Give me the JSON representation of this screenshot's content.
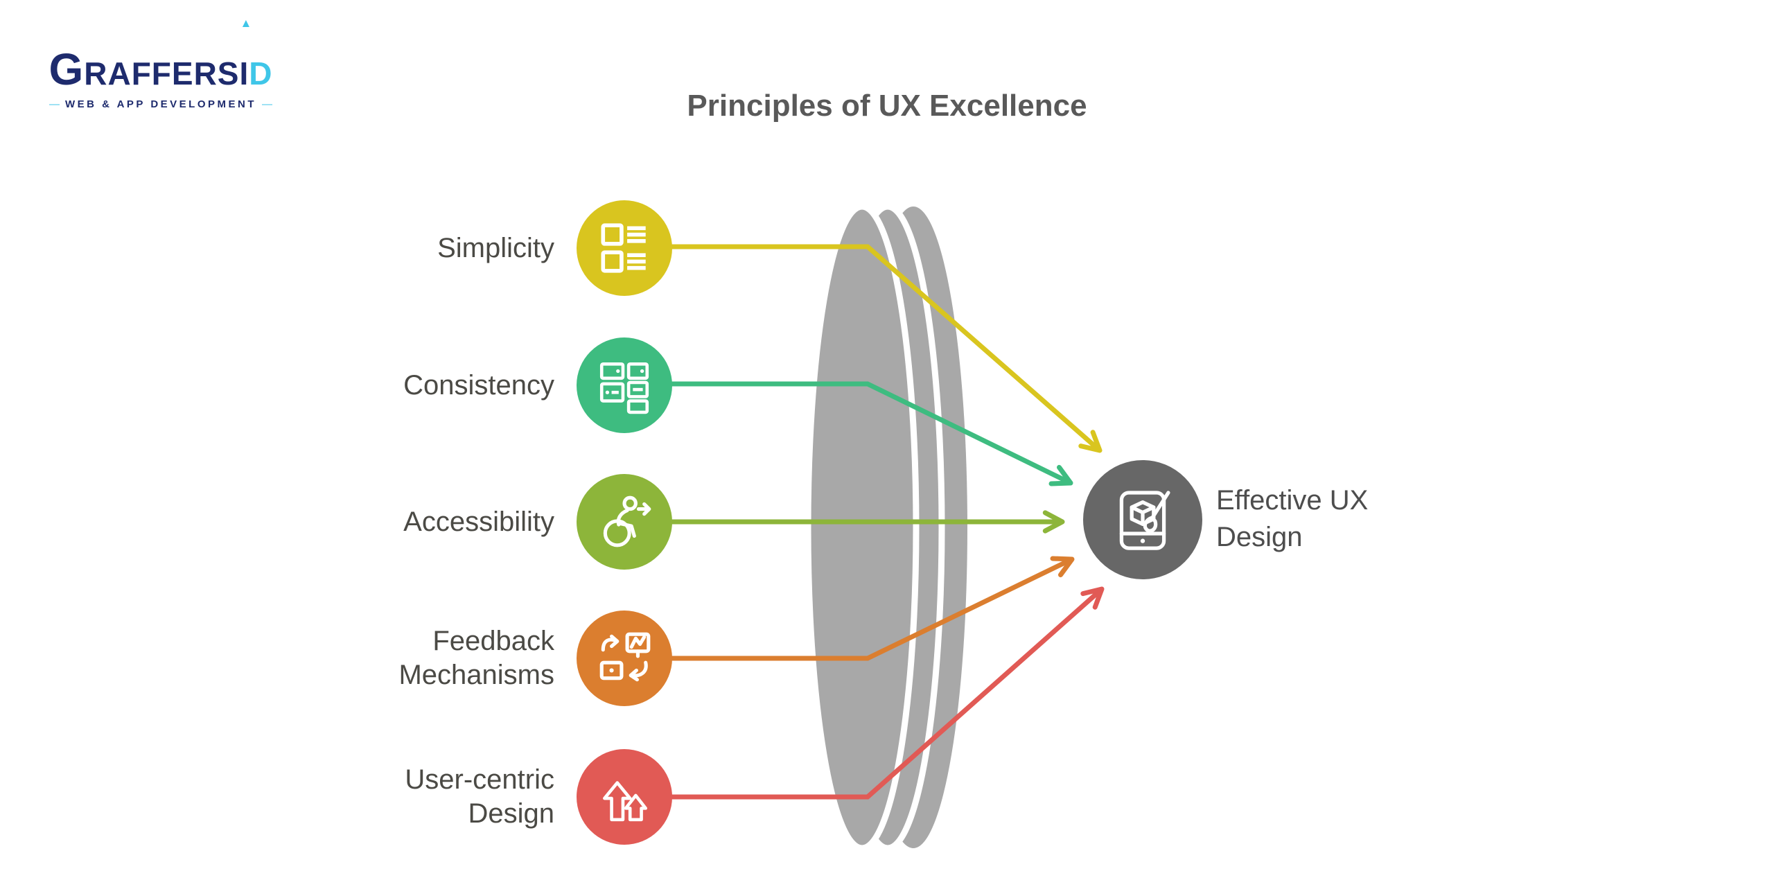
{
  "logo": {
    "brand_g": "G",
    "brand_main": "RAFFERS",
    "brand_i": "I",
    "brand_i_beam": "▲",
    "brand_d": "D",
    "tagline": "WEB & APP DEVELOPMENT",
    "dash": "—",
    "navy": "#1e2b6d",
    "cyan": "#3fc6e8"
  },
  "title": {
    "text": "Principles of UX Excellence",
    "color": "#595959"
  },
  "principles": [
    {
      "label": "Simplicity",
      "color": "#d9c51f",
      "icon": "list-layout-icon"
    },
    {
      "label": "Consistency",
      "color": "#3ebc80",
      "icon": "wireframe-cards-icon"
    },
    {
      "label": "Accessibility",
      "color": "#8db53a",
      "icon": "wheelchair-user-icon"
    },
    {
      "label": "Feedback Mechanisms",
      "color": "#db7e2f",
      "icon": "feedback-loop-icon"
    },
    {
      "label": "User-centric Design",
      "color": "#e15a55",
      "icon": "growth-arrows-icon"
    }
  ],
  "result": {
    "label": "Effective UX Design",
    "color": "#676767",
    "icon": "phone-design-icon",
    "text_color": "#4d4d4d"
  },
  "lens_color": "#a8a8a8",
  "label_color": "#4b4a45",
  "background": "#ffffff"
}
